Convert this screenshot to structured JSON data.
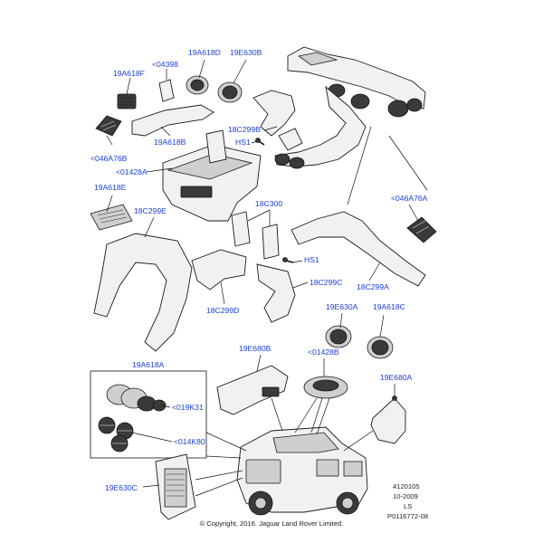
{
  "labels": {
    "l_04398": "<04398",
    "l_19A618D": "19A618D",
    "l_19E630B": "19E630B",
    "l_19A618F": "19A618F",
    "l_046A76B": "<046A76B",
    "l_19A618B": "19A618B",
    "l_18C299B": "18C299B",
    "l_HS1_top": "HS1",
    "l_01428A": "<01428A",
    "l_19A618E": "19A618E",
    "l_18C300": "18C300",
    "l_046A76A": "<046A76A",
    "l_18C299E": "18C299E",
    "l_HS1_mid": "HS1",
    "l_18C299C": "18C299C",
    "l_18C299A": "18C299A",
    "l_18C299D": "18C299D",
    "l_19E630A": "19E630A",
    "l_19A618C": "19A618C",
    "l_19E680B": "19E680B",
    "l_01428B": "<01428B",
    "l_19A618A": "19A618A",
    "l_019K31": "<019K31",
    "l_19E680A": "19E680A",
    "l_014K80": "<014K80",
    "l_19E630C": "19E630C"
  },
  "footer": {
    "ref1": "4120105",
    "ref2": "10-2009",
    "ref3": "LS",
    "ref4": "P0116772-08",
    "copyright": "© Copyright, 2016. Jaguar Land Rover Limited."
  },
  "colors": {
    "label": "#1a3fcf",
    "line": "#111111"
  }
}
